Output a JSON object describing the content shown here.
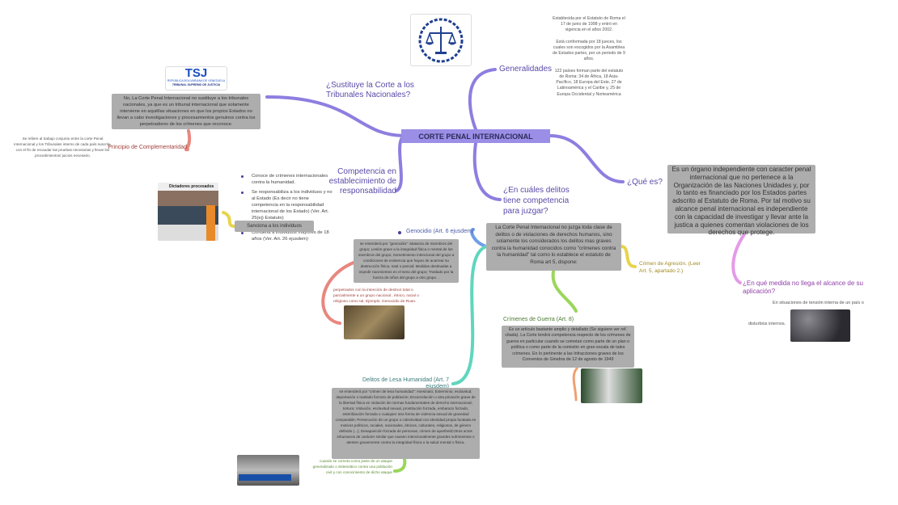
{
  "central": {
    "title": "CORTE PENAL INTERNACIONAL"
  },
  "generalidades": {
    "label": "Generalidades",
    "notes": [
      "Establecida por el Estatuto de Roma el 17 de junio de 1998 y entró en vigencia en el años 2002.",
      "Está conformada por 18 jueces, los cuales son escogidos por la Asamblea de Estados partes, por un periodo de 9 años.",
      "122 países forman parte del estatuto de Roma: 34 de África, 18 Asia-Pacífico, 18 Europa del Este, 27 de Latinoamérica y el Caribe y, 25 de Europa Occidental y Norteamérica"
    ]
  },
  "sustituye": {
    "label": "¿Sustituye la Corte a los Tribunales Nacionales?",
    "answer": "No, La Corte Penal Internacional no sustituye a los tribunales nacionales, ya que es un tribunal internacional que solamente interviene en aquéllas situaciones en que los propios Estados no llevan a cabo investigaciones y procesamientos genuinos contra los perpetradores de los crímenes que reconoce.",
    "logo_text": [
      "TSJ",
      "REPÚBLICA BOLIVARIANA DE VENEZUELA",
      "TRIBUNAL SUPREMO DE JUSTICIA"
    ],
    "principio": "Principio de Complementaridad",
    "principio_note": "Se refiere al trabajo conjunto entre la corte Penal internacional y los Tribunales interno de cada país suscrito, con el fin de recaudar las pruebas necesarias y llevar los procedimientos/ juicios necesario."
  },
  "competencia": {
    "label": "Competencia en establecimiento de responsabilidad",
    "bullets": [
      "Conoce de crímenes internacionales contra la humanidad.",
      "Se responsabiliza a los individuos y no al Estado (Es decir no tiene competencia en la responsabilidad internacional de los Estado) (Ver. Art. 25(ej) Estatuto)",
      "Condena a individuos mayores de 18 años (Ver. Art. 26 ejusdem)"
    ],
    "sanciona": "Sanciona a los individuos",
    "image_title": "Dictadores procesados"
  },
  "que_es": {
    "label": "¿Qué es?",
    "text": "Es un órgano independiente con caracter penal internacional que no pertenece a la Organización de las Naciones Unidades y, por lo tanto es financiado por los Estados partes adscrito al Estatuto de Roma. Por tal motivo su alcance penal internacional es independiente con la capacidad de investigar y llevar ante la justica a quienes comentan violaciones de los derechos que protege."
  },
  "alcance": {
    "label": "¿En qué medida no llega el alcance de su aplicación?",
    "text1": "En situaciones de tensión interna de un país o",
    "text2": "disturbios internos."
  },
  "delitos": {
    "label": "¿En cuáles delitos tiene competencia para juzgar?",
    "text": "La Corte Penal Internacional no juzga toda clase de delitos o de violaciones de derechos humanos, sino solamente los considerados los delitos mas graves contra la humanidad conocidos como \"crímenes contra la humanidad\" tal como lo establece el estatuto de Roma art 5, dispone:",
    "agresion": "Crimen de Agresión. (Leer Art. 5, apartado 2.)",
    "genocidio": {
      "label": "Genocidio (Art. 6 ejusdem)",
      "text": "se entenderá por \"genocidio\": Matanza de miembros del grupo; Lesión grave a la integridad física o mental de los miembros del grupo; Sometimiento intencional del grupo a condiciones de existencia que hayan de acarrear su destrucción física, total o parcial; Medidas destinadas a impedir nacimientos en el seno del grupo; Traslado por la fuerza de niños del grupo a otro grupo. .",
      "note": "perpetrados con la intención de destruir total o parcialmente a un grupo nacional , étnico, racial o religioso como tal. Ejemplo: Genocidio de Ruan."
    },
    "guerra": {
      "label": "Crímenes de Guerra (Art. 8)",
      "text": "Es un artículo bastante amplio y detallado (Se siguiere ver ref. citada). La Corte tendrá competencia respecto de los crímenes de guerra en particular cuando se cometan como parte de un plan o política o como parte de la comisión en gran escala de tales crímenes. En lo pertinente a las Infracciones graves de los Convenios de Ginebra de 12 de agosto de 1949"
    },
    "lesa": {
      "label": "Delitos de Lesa Humanidad (Art. 7 ejusdem)",
      "text": "se entenderá por \"crimen de lesa humanidad\": Asesinato; Exterminio; esclavitud; deportación o traslado forzoso de población; Encarcelación u otra privación grave de la libertad física en violación de normas fundamentales de derecho internacional; tortura; Violación, esclavitud sexual, prostitución forzada, embarazo forzado, esterilización forzada o cualquier otra forma de violencia sexual de gravedad comparable; Persecución de un grupo o colectividad con identidad propia fundada en motivos políticos, raciales, nacionales, étnicos, culturales, religiosos, de género definido (...); Desaparición forzada de personas; crimen de apartheid;Otros actos inhumanos de carácter similar que causen intencionalmente grandes sufrimientos o atenten gravemente contra la integridad física o la salud mental o física.",
      "note": "cuando se cometa como parte de un ataque generalizado o sistemático contra una población civil y con conocimiento de dicho ataque"
    }
  },
  "colors": {
    "purple": "#8e7ee0",
    "salmon": "#e8877f",
    "yellow": "#e8d44d",
    "teal": "#5fd6bd",
    "green": "#9ad65a",
    "pink": "#e49be8",
    "orange": "#f0a070",
    "gray": "#adadad"
  }
}
